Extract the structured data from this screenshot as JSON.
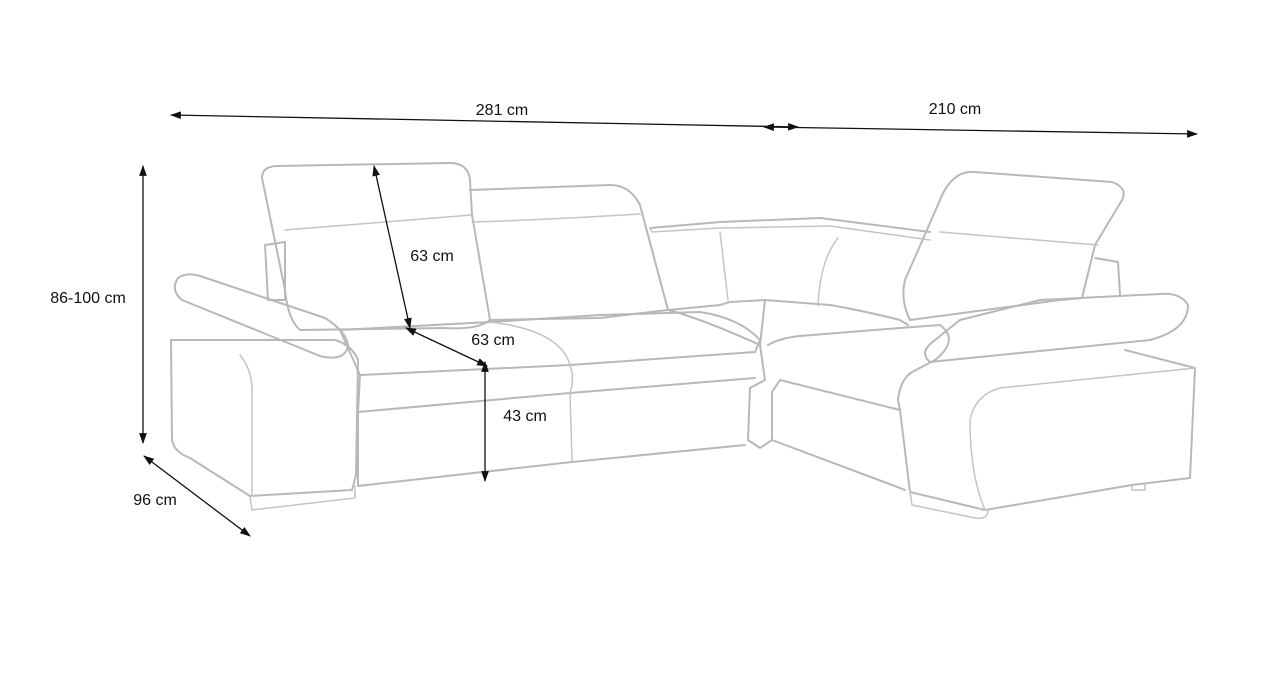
{
  "dimensions": {
    "width_left": "281 cm",
    "width_right": "210 cm",
    "height": "86-100 cm",
    "depth": "96 cm",
    "backrest_height": "63 cm",
    "seat_depth": "63 cm",
    "seat_height": "43 cm"
  },
  "colors": {
    "outline": "#b8b8b8",
    "dimension": "#111111",
    "background": "#ffffff"
  }
}
